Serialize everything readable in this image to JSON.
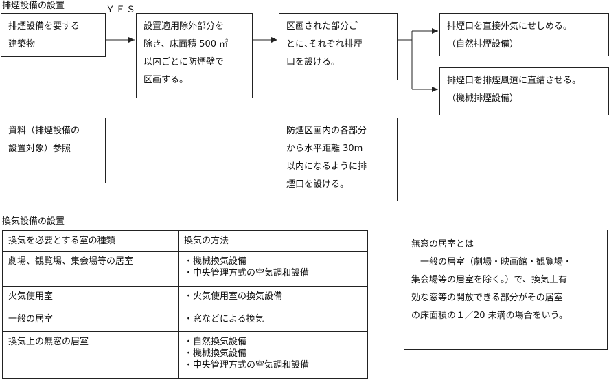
{
  "smoke_section": {
    "title": "排煙設備の設置",
    "yes_label": "ＹＥＳ",
    "boxes": {
      "need": "排煙設備を要する\n建築物",
      "partition": "設置適用除外部分を\n除き、床面積 500 ㎡\n以内ごとに防煙壁で\n区画する。",
      "each": "区画された部分ご\nとに､それぞれ排煙\n口を設ける。",
      "natural": "排煙口を直接外気にせしめる。\n（自然排煙設備）",
      "mechanical": "排煙口を排煙風道に直結させる。\n（機械排煙設備）",
      "reference": "資料（排煙設備の\n設置対象）参照",
      "distance": "防煙区画内の各部分\nから水平距離 30m\n以内になるように排\n煙口を設ける。"
    }
  },
  "vent_section": {
    "title": "換気設備の設置",
    "table": {
      "headers": [
        "換気を必要とする室の種類",
        "換気の方法"
      ],
      "rows": [
        {
          "room": "劇場、観覧場、集会場等の居室",
          "methods": [
            "・機械換気設備",
            "・中央管理方式の空気調和設備"
          ]
        },
        {
          "room": "火気使用室",
          "methods": [
            "・火気使用室の換気設備"
          ]
        },
        {
          "room": "一般の居室",
          "methods": [
            "・窓などによる換気"
          ]
        },
        {
          "room": "換気上の無窓の居室",
          "methods": [
            "・自然換気設備",
            "・機械換気設備",
            "・中央管理方式の空気調和設備"
          ]
        }
      ]
    }
  },
  "windowless_definition": {
    "title": "無窓の居室とは",
    "body": "　一般の居室（劇場・映画館・観覧場・\n集会場等の居室を除く。）で、換気上有\n効な窓等の開放できる部分がその居室\nの床面積の１／20 未満の場合をいう。"
  },
  "colors": {
    "line": "#222222",
    "text": "#111111",
    "background": "#ffffff"
  }
}
